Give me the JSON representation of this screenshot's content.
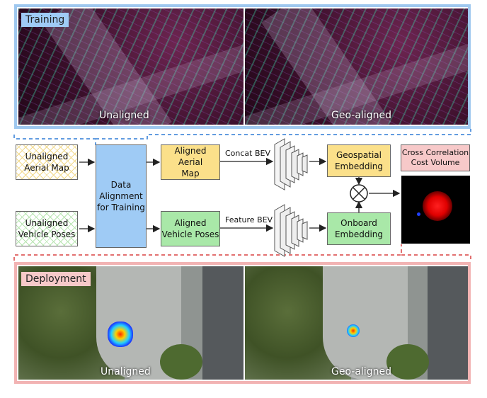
{
  "training": {
    "tag": "Training",
    "left_caption": "Unaligned",
    "right_caption": "Geo-aligned"
  },
  "deployment": {
    "tag": "Deployment",
    "left_caption": "Unaligned",
    "right_caption": "Geo-aligned"
  },
  "pipeline": {
    "unaligned_aerial": "Unaligned\nAerial Map",
    "unaligned_poses": "Unaligned\nVehicle Poses",
    "data_alignment": "Data\nAlignment\nfor Training",
    "aligned_aerial": "Aligned Aerial\nMap",
    "aligned_poses": "Aligned\nVehicle Poses",
    "concat_bev": "Concat BEV",
    "feature_bev": "Feature BEV",
    "geospatial_embedding": "Geospatial\nEmbedding",
    "onboard_embedding": "Onboard\nEmbedding",
    "cross_correlation": "Cross Correlation\nCost Volume"
  },
  "colors": {
    "training_border": "#9fc8ef",
    "deployment_border": "#f2b3b3",
    "blue": "#9fcbf5",
    "yellow": "#fbe08a",
    "green": "#a9e8a8",
    "pink": "#f7c9c9"
  }
}
